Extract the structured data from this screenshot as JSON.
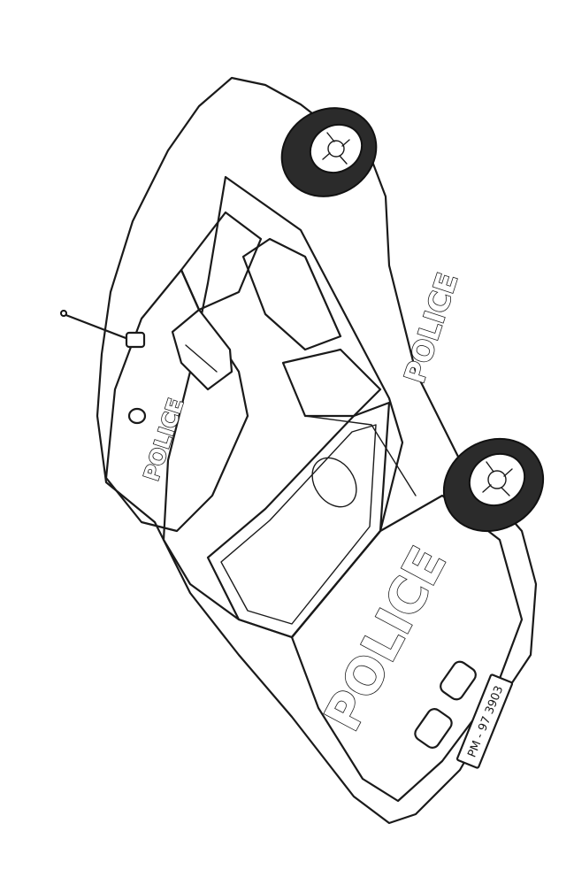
{
  "artwork": {
    "subject": "police-car-coloring-outline",
    "colors": {
      "line": "#1a1a1a",
      "tire": "#2b2b2b",
      "background": "#ffffff"
    }
  },
  "labels": {
    "hood": "POLICE",
    "door": "POLICE",
    "trunk": "POLICE",
    "license_plate": "PM - 97 3903"
  }
}
